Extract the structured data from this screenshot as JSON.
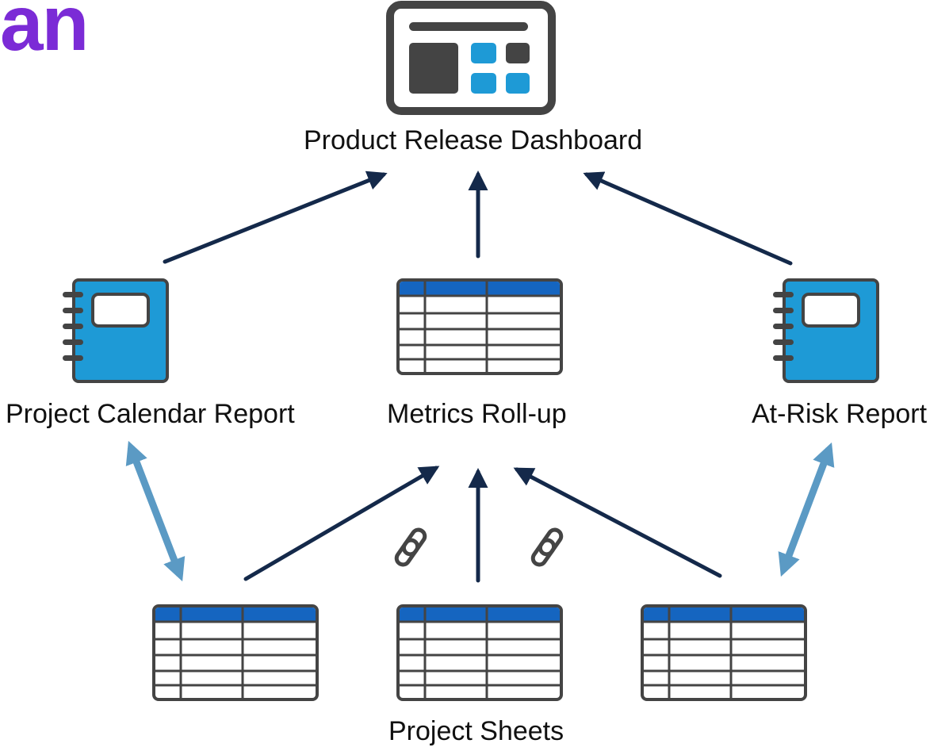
{
  "slide": {
    "title_fragment": "an",
    "title_color": "#7b2bd6"
  },
  "diagram": {
    "nodes": {
      "dashboard": {
        "label": "Product Release Dashboard",
        "icon": "dashboard-icon"
      },
      "calendar_report": {
        "label": "Project Calendar Report",
        "icon": "report-notebook-icon"
      },
      "metrics_rollup": {
        "label": "Metrics Roll-up",
        "icon": "sheet-grid-icon"
      },
      "at_risk_report": {
        "label": "At-Risk Report",
        "icon": "report-notebook-icon"
      },
      "project_sheets": {
        "label": "Project Sheets",
        "icon": "sheet-grid-icon"
      }
    },
    "edges": [
      {
        "from": "calendar_report",
        "to": "dashboard",
        "style": "one-way"
      },
      {
        "from": "metrics_rollup",
        "to": "dashboard",
        "style": "one-way"
      },
      {
        "from": "at_risk_report",
        "to": "dashboard",
        "style": "one-way"
      },
      {
        "from": "project_sheets",
        "to": "metrics_rollup",
        "style": "one-way"
      },
      {
        "from": "project_sheets",
        "to": "calendar_report",
        "style": "two-way"
      },
      {
        "from": "project_sheets",
        "to": "at_risk_report",
        "style": "two-way"
      }
    ],
    "link_icons": [
      "link-icon",
      "link-icon"
    ],
    "colors": {
      "arrow_dark": "#14294a",
      "arrow_light": "#5b9ac4",
      "icon_blue": "#1e9ad6",
      "table_header": "#1565c0",
      "icon_dark": "#444444"
    }
  }
}
